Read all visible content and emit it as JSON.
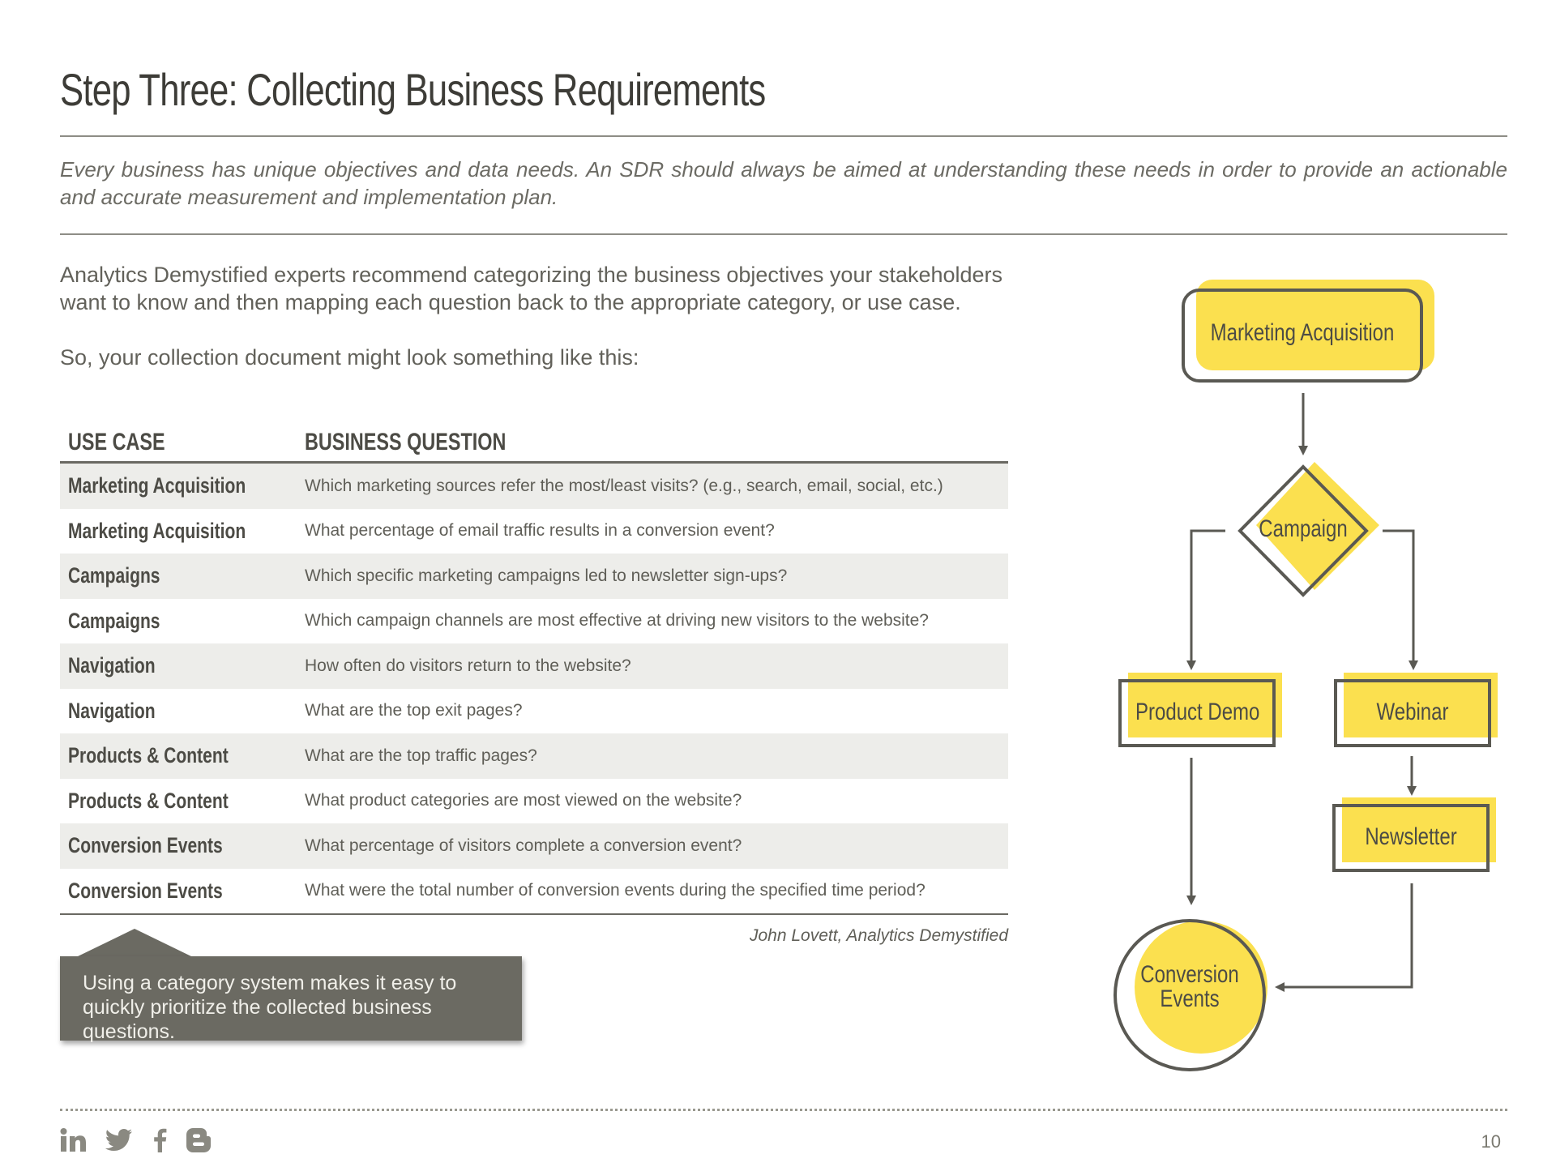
{
  "page": {
    "title": "Step Three: Collecting Business Requirements",
    "intro": "Every business has unique objectives and data needs. An SDR should always be aimed at understanding these needs in order to provide an actionable and accurate measurement and implementation plan.",
    "lead_1": "Analytics Demystified experts recommend categorizing the business objectives your stakeholders want to know and then mapping each question back to the appropriate category, or use case.",
    "lead_2": "So, your collection document might look something like this:"
  },
  "table": {
    "headers": [
      "USE CASE",
      "BUSINESS QUESTION"
    ],
    "rows": [
      {
        "use_case": "Marketing Acquisition",
        "question": "Which marketing sources refer the most/least visits? (e.g., search, email, social, etc.)"
      },
      {
        "use_case": "Marketing Acquisition",
        "question": "What percentage of email traffic results in a conversion event?"
      },
      {
        "use_case": "Campaigns",
        "question": "Which specific marketing campaigns led to newsletter sign-ups?"
      },
      {
        "use_case": "Campaigns",
        "question": "Which campaign channels are most effective at driving new visitors to the website?"
      },
      {
        "use_case": "Navigation",
        "question": "How often do visitors return to the website?"
      },
      {
        "use_case": "Navigation",
        "question": "What are the top exit pages?"
      },
      {
        "use_case": "Products & Content",
        "question": "What are the top traffic pages?"
      },
      {
        "use_case": "Products & Content",
        "question": "What product categories are most viewed on the website?"
      },
      {
        "use_case": "Conversion Events",
        "question": "What percentage of visitors complete a conversion event?"
      },
      {
        "use_case": "Conversion Events",
        "question": "What were the total number of conversion events during the specified time period?"
      }
    ],
    "credit": "John Lovett, Analytics Demystified"
  },
  "callout": {
    "text": "Using a category system makes it easy to quickly prioritize the collected business questions."
  },
  "flowchart": {
    "nodes": [
      "Marketing Acquisition",
      "Campaign",
      "Product Demo",
      "Webinar",
      "Newsletter",
      "Conversion\nEvents"
    ],
    "colors": {
      "fill": "#fbe04f",
      "stroke": "#5a5953"
    }
  },
  "footer": {
    "social_icons": [
      "linkedin-icon",
      "twitter-icon",
      "facebook-icon",
      "blogger-icon"
    ],
    "page_number": "10"
  }
}
